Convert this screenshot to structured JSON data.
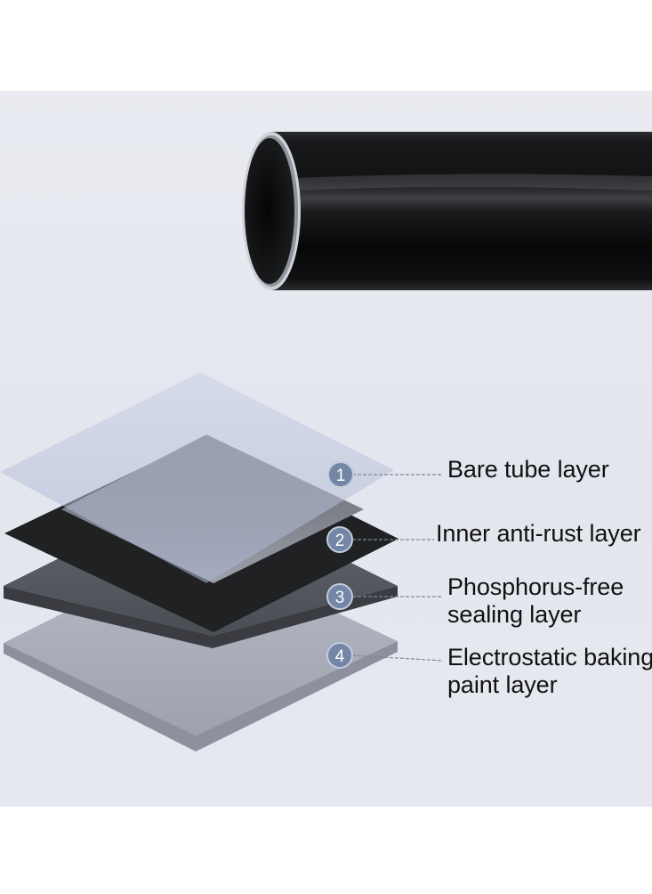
{
  "image": {
    "product": "black-round-steel-tube",
    "icons": [
      "tube-image",
      "layer-stack-diagram"
    ],
    "colors": {
      "panel_background": "#e5e8ef",
      "tube_body": "#0b0b0d",
      "tube_rim": "#cfd3d9",
      "marker_fill": "#7486a6",
      "leader_line": "#7d889a",
      "label_text": "#111111"
    }
  },
  "layers": [
    {
      "number": "1",
      "label_lines": [
        "Bare tube layer"
      ],
      "color": "#b8c2d8"
    },
    {
      "number": "2",
      "label_lines": [
        "Inner anti-rust layer"
      ],
      "color": "#222224"
    },
    {
      "number": "3",
      "label_lines": [
        "Phosphorus-free",
        "sealing layer"
      ],
      "color": "#585a62"
    },
    {
      "number": "4",
      "label_lines": [
        "Electrostatic baking",
        "paint layer"
      ],
      "color": "#a4a8b4"
    }
  ]
}
